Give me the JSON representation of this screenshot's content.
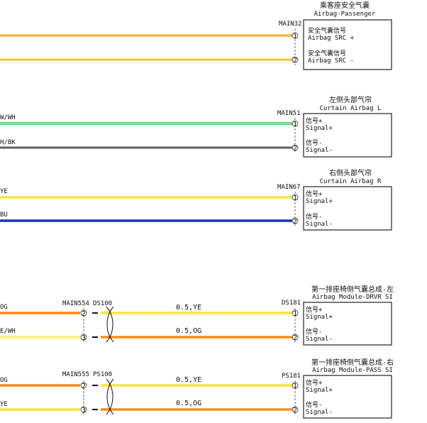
{
  "modules": [
    {
      "title_cn": "乘客座安全气囊",
      "title_en": "Airbag-Passenger",
      "connector": "MAIN32",
      "pins": [
        {
          "num": "1",
          "label_cn": "安全气囊信号",
          "label_en": "Airbag SRC +"
        },
        {
          "num": "2",
          "label_cn": "安全气囊信号",
          "label_en": "Airbag SRC -"
        }
      ]
    },
    {
      "title_cn": "左侧头部气帘",
      "title_en": "Curtain Airbag L",
      "connector": "MAIN51",
      "pins": [
        {
          "num": "1",
          "label_cn": "信号+",
          "label_en": "Signal+"
        },
        {
          "num": "2",
          "label_cn": "信号-",
          "label_en": "Signal-"
        }
      ]
    },
    {
      "title_cn": "右侧头部气帘",
      "title_en": "Curtain Airbag R",
      "connector": "MAIN67",
      "pins": [
        {
          "num": "1",
          "label_cn": "信号+",
          "label_en": "Signal+"
        },
        {
          "num": "2",
          "label_cn": "信号-",
          "label_en": "Signal-"
        }
      ]
    },
    {
      "title_cn": "第一排座椅侧气囊总成-左",
      "title_en": "Airbag Module-DRVR SI",
      "connector": "DS181",
      "pins": [
        {
          "num": "1",
          "label_cn": "信号+",
          "label_en": "Signal+"
        },
        {
          "num": "2",
          "label_cn": "信号-",
          "label_en": "Signal-"
        }
      ]
    },
    {
      "title_cn": "第一排座椅侧气囊总成-右",
      "title_en": "Airbag Module-PASS SI",
      "connector": "PS181",
      "pins": [
        {
          "num": "1",
          "label_cn": "信号+",
          "label_en": "Signal+"
        },
        {
          "num": "2",
          "label_cn": "信号-",
          "label_en": "Signal-"
        }
      ]
    }
  ],
  "wires": {
    "m1_w1": {
      "label": "",
      "color": "#ff8c1a",
      "stripe": "#f5e63a"
    },
    "m1_w2": {
      "label": "",
      "color": "#f5e63a",
      "stripe": "#ff8c1a"
    },
    "m2_w1": {
      "label": "W/WH",
      "color": "#22bb44",
      "stripe": "#ffffff"
    },
    "m2_w2": {
      "label": "H/BK",
      "color": "#999999",
      "stripe": "#222222"
    },
    "m3_w1": {
      "label": "YE",
      "color": "#f5e63a",
      "stripe": ""
    },
    "m3_w2": {
      "label": "BU",
      "color": "#1f2fb0",
      "stripe": ""
    },
    "m4_w1": {
      "label": "OG",
      "color": "#ff8c1a",
      "stripe": ""
    },
    "m4_w2": {
      "label": "E/WH",
      "color": "#f5e63a",
      "stripe": "#ffffff"
    },
    "m5_w1": {
      "label": "OG",
      "color": "#ff8c1a",
      "stripe": ""
    },
    "m5_w2": {
      "label": "YE",
      "color": "#f5e63a",
      "stripe": ""
    }
  },
  "inline_connectors": [
    {
      "name": "MAIN554",
      "mate": "DS100",
      "pins": [
        "2",
        "3"
      ]
    },
    {
      "name": "MAIN555",
      "mate": "PS100",
      "pins": [
        "2",
        "3"
      ]
    }
  ],
  "twisted_pair_specs": [
    {
      "top": "0.5,YE",
      "bottom": "0.5,OG"
    },
    {
      "top": "0.5,YE",
      "bottom": "0.5,OG"
    }
  ],
  "colors": {
    "yellow": "#f5e63a",
    "orange": "#ff8c1a",
    "green": "#22bb44",
    "grey": "#999999",
    "blue": "#1f2fb0"
  }
}
